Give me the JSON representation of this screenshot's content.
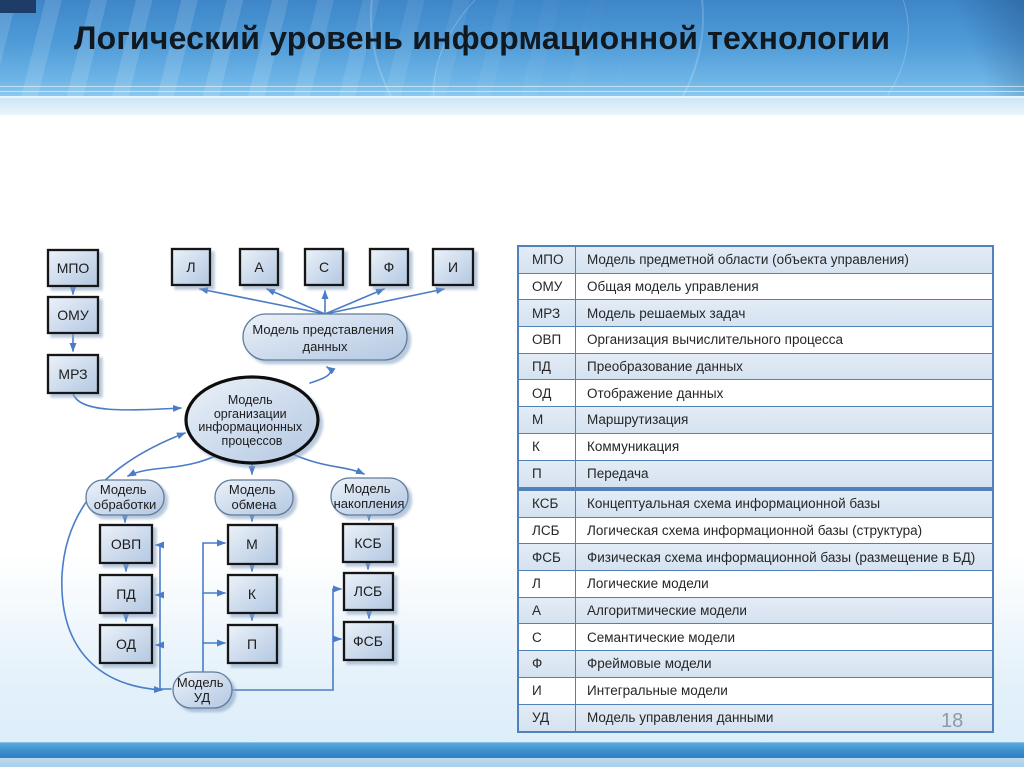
{
  "slide": {
    "title": "Логический уровень информационной технологии",
    "page_number": "18"
  },
  "colors": {
    "table_border": "#4f81bd",
    "table_row_alt": "#dbe5f1",
    "arrow": "#4a7cc7",
    "node_fill_light": "#e9f0f8",
    "node_fill_dark": "#b9cde5",
    "header_top": "#3e86c8",
    "header_bottom": "#8cc8ef",
    "bottom_bar": "#3a8bcb",
    "title_color": "#101820"
  },
  "diagram": {
    "nodes": {
      "mpo": "МПО",
      "omu": "ОМУ",
      "mrz": "МРЗ",
      "l": "Л",
      "a": "А",
      "s": "С",
      "f": "Ф",
      "i": "И",
      "mpd": {
        "l1": "Модель представления",
        "l2": "данных"
      },
      "org": {
        "l1": "Модель",
        "l2": "организации",
        "l3": "информационных",
        "l4": "процессов"
      },
      "obrabotki": {
        "l1": "Модель",
        "l2": "обработки"
      },
      "obmena": {
        "l1": "Модель",
        "l2": "обмена"
      },
      "nakopleniya": {
        "l1": "Модель",
        "l2": "накопления"
      },
      "ovp": "ОВП",
      "pd": "ПД",
      "od": "ОД",
      "m": "М",
      "k": "К",
      "p": "П",
      "ksb": "КСБ",
      "lsb": "ЛСБ",
      "fsb": "ФСБ",
      "ud": {
        "l1": "Модель",
        "l2": "УД"
      }
    }
  },
  "legend_table": {
    "group1": [
      {
        "abbr": "МПО",
        "desc": "Модель предметной области (объекта управления)"
      },
      {
        "abbr": "ОМУ",
        "desc": "Общая модель управления"
      },
      {
        "abbr": "МРЗ",
        "desc": "Модель решаемых задач"
      },
      {
        "abbr": "ОВП",
        "desc": "Организация вычислительного процесса"
      },
      {
        "abbr": "ПД",
        "desc": "Преобразование данных"
      },
      {
        "abbr": "ОД",
        "desc": "Отображение данных"
      },
      {
        "abbr": "М",
        "desc": "Маршрутизация"
      },
      {
        "abbr": "К",
        "desc": "Коммуникация"
      },
      {
        "abbr": "П",
        "desc": "Передача"
      }
    ],
    "group2": [
      {
        "abbr": "КСБ",
        "desc": "Концептуальная схема информационной базы"
      },
      {
        "abbr": "ЛСБ",
        "desc": "Логическая схема информационной базы (структура)"
      },
      {
        "abbr": "ФСБ",
        "desc": "Физическая схема информационной базы (размещение в БД)"
      },
      {
        "abbr": "Л",
        "desc": "Логические модели"
      },
      {
        "abbr": "А",
        "desc": "Алгоритмические модели"
      },
      {
        "abbr": "С",
        "desc": "Семантические модели"
      },
      {
        "abbr": "Ф",
        "desc": "Фреймовые модели"
      },
      {
        "abbr": "И",
        "desc": "Интегральные модели"
      },
      {
        "abbr": "УД",
        "desc": "Модель управления данными"
      }
    ]
  }
}
